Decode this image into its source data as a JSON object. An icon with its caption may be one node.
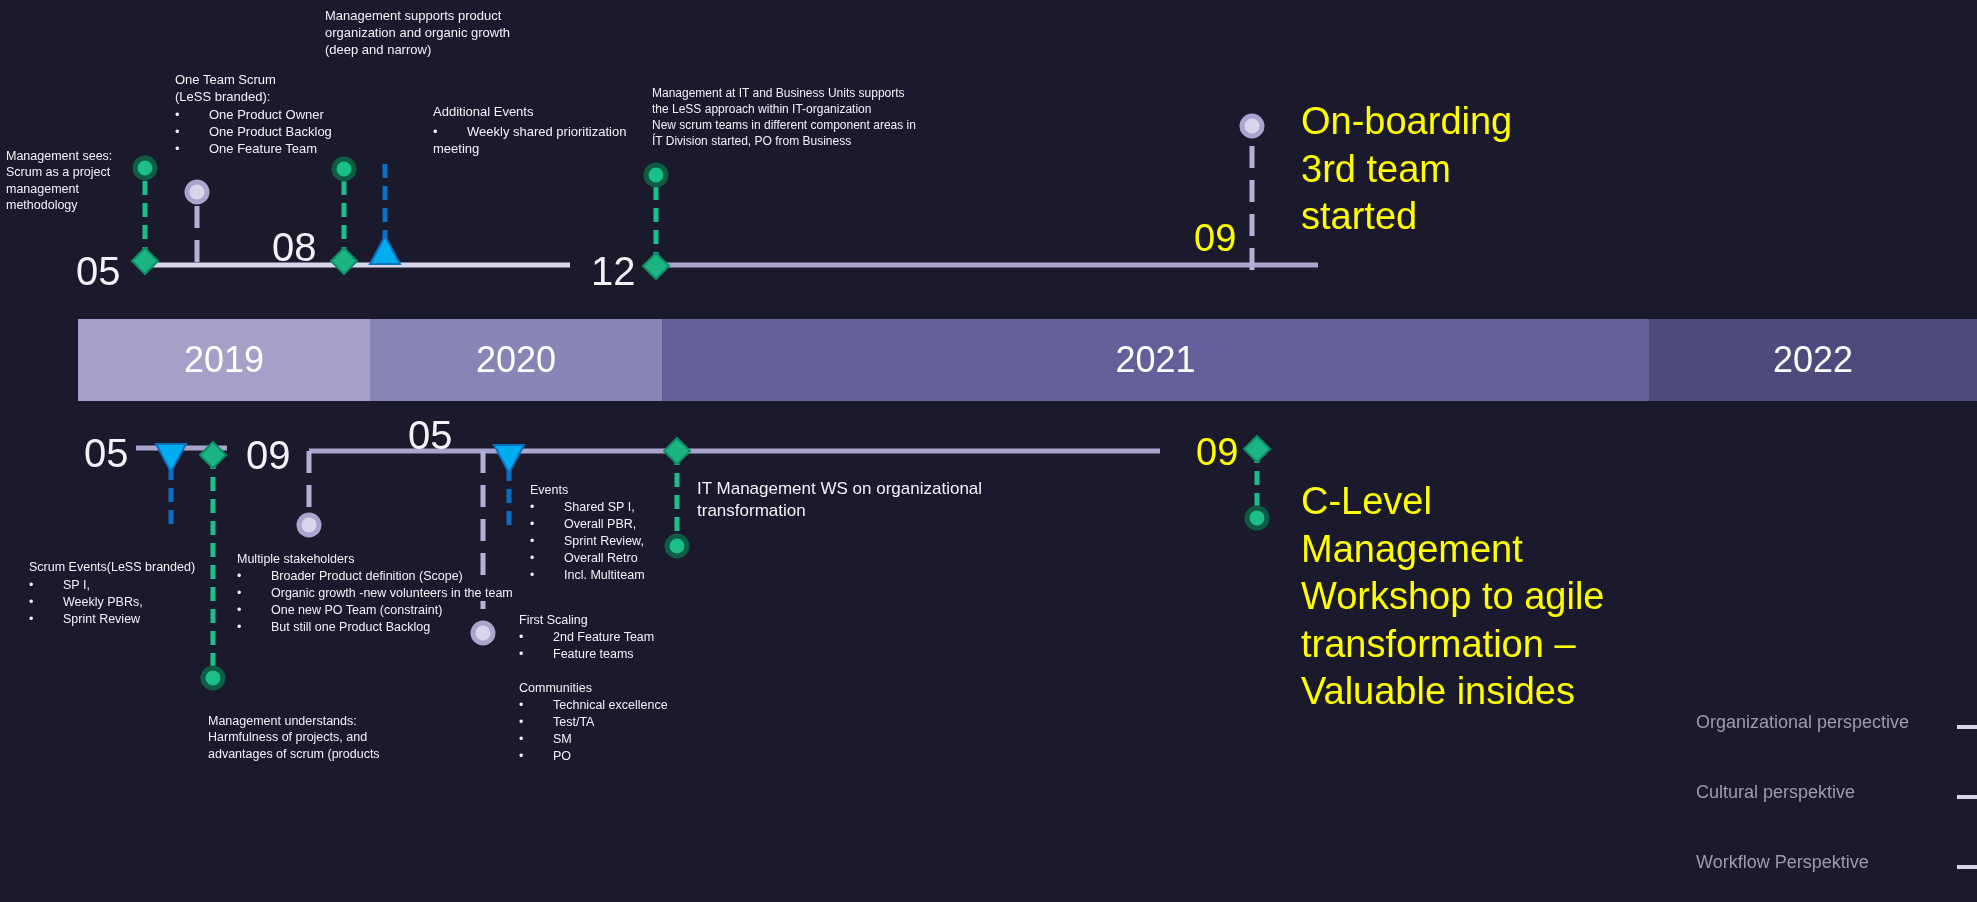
{
  "diagram": {
    "nodes": [
      {
        "text": [
          "2019"
        ]
      },
      {
        "text": [
          "2020"
        ]
      },
      {
        "text": [
          "2021"
        ]
      },
      {
        "text": [
          "2022"
        ]
      }
    ],
    "labels": [
      "Management supports product organization and organic growth (deep and narrow)",
      "One Team Scrum (LeSS branded):",
      "•\tOne Product Owner",
      "•\tOne Product Backlog",
      "•\tOne Feature Team",
      "Management sees: Scrum as a project management methodology",
      "Additional Events",
      "•\tWeekly shared prioritization meeting",
      "Management  at IT and Business Units supports the LeSS approach within IT-organization",
      "New scrum teams in different component areas in ÍT Division started, PO from Business",
      "On-boarding 3rd team started",
      "05",
      "08",
      "12",
      "09",
      "05",
      "09",
      "05",
      "09",
      "Scrum Events(LeSS branded)",
      "•\tSP I,",
      "•\tWeekly PBRs,",
      "•\tSprint Review",
      "Events",
      "•\tShared SP I,",
      "•\tOverall PBR,",
      "•\tSprint Review,",
      "•\tOverall Retro",
      "•\tIncl. Multiteam",
      "IT Management WS on organizational transformation",
      "Multiple stakeholders",
      "•\tBroader Product definition (Scope)",
      "•\tOrganic growth -new volunteers in the team",
      "•\tOne new PO Team (constraint)",
      "•\tBut still one Product Backlog",
      "First Scaling",
      "•\t2nd Feature Team",
      "•\tFeature teams",
      "Communities",
      "•\tTechnical excellence",
      "•\tTest/TA",
      "•\tSM",
      "•\tPO",
      "Management understands: Harmfulness of projects, and advantages of scrum (products",
      "C-Level Management Workshop to agile transformation – Valuable insides"
    ],
    "legend": [
      {
        "text": "Organizational perspective"
      },
      {
        "text": "Cultural perspektive"
      },
      {
        "text": "Workflow Perspektive"
      }
    ]
  }
}
